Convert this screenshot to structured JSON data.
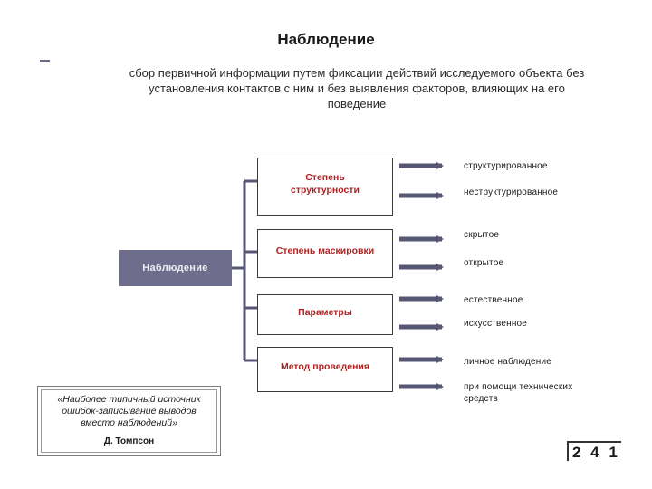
{
  "slide": {
    "title": "Наблюдение",
    "definition": "сбор первичной информации путем фиксации действий исследуемого объекта без установления контактов с ним и без выявления факторов, влияющих на его поведение",
    "page_number": "2 4 1"
  },
  "diagram": {
    "root": "Наблюдение",
    "categories": [
      {
        "label": "Степень структурности",
        "options": [
          "структурированное",
          "неструктурированное"
        ]
      },
      {
        "label": "Степень маскировки",
        "options": [
          "скрытое",
          "открытое"
        ]
      },
      {
        "label": "Параметры",
        "options": [
          "естественное",
          "искусственное"
        ]
      },
      {
        "label": "Метод проведения",
        "options": [
          "личное наблюдение",
          "при помощи технических средств"
        ]
      }
    ]
  },
  "quote": {
    "text": "«Наиболее типичный источник ошибок-записывание выводов вместо наблюдений»",
    "author": "Д. Томпсон"
  },
  "colors": {
    "root_fill": "#6e6e8c",
    "connector": "#565675",
    "category_text": "#b22222"
  }
}
